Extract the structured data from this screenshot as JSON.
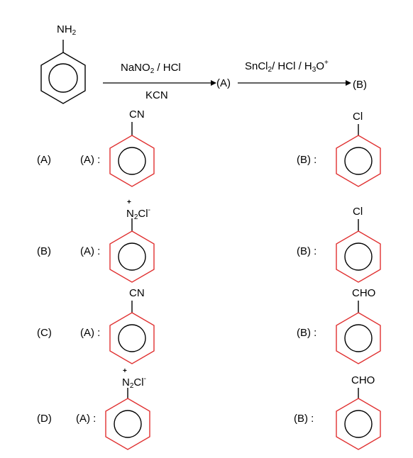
{
  "reaction": {
    "start": {
      "substituent_main": "NH",
      "substituent_sub": "2"
    },
    "step1": {
      "above_parts": [
        "NaNO",
        "2",
        " / HCl"
      ],
      "below": "KCN",
      "product": "(A)"
    },
    "step2": {
      "above_parts": [
        "SnCl",
        "2",
        "/ HCl / H",
        "3",
        "O",
        "+"
      ],
      "product": "(B)"
    }
  },
  "options": [
    {
      "label": "(A)",
      "a_label": "(A) :",
      "a_sub": "CN",
      "b_label": "(B) :",
      "b_sub": "Cl"
    },
    {
      "label": "(B)",
      "a_label": "(A) :",
      "a_sub_main": "N",
      "a_sub_sub": "2",
      "a_sub_tail": "Cl",
      "a_sub_charge_pos": "+",
      "a_sub_charge_neg": "-",
      "b_label": "(B) :",
      "b_sub": "Cl"
    },
    {
      "label": "(C)",
      "a_label": "(A) :",
      "a_sub": "CN",
      "b_label": "(B) :",
      "b_sub": "CHO"
    },
    {
      "label": "(D)",
      "a_label": "(A) :",
      "a_sub_main": "N",
      "a_sub_sub": "2",
      "a_sub_tail": "Cl",
      "a_sub_charge_pos": "+",
      "a_sub_charge_neg": "-",
      "b_label": "(B) :",
      "b_sub": "CHO"
    }
  ],
  "colors": {
    "ring_reactant": "#000000",
    "ring_options": "#e03030"
  }
}
